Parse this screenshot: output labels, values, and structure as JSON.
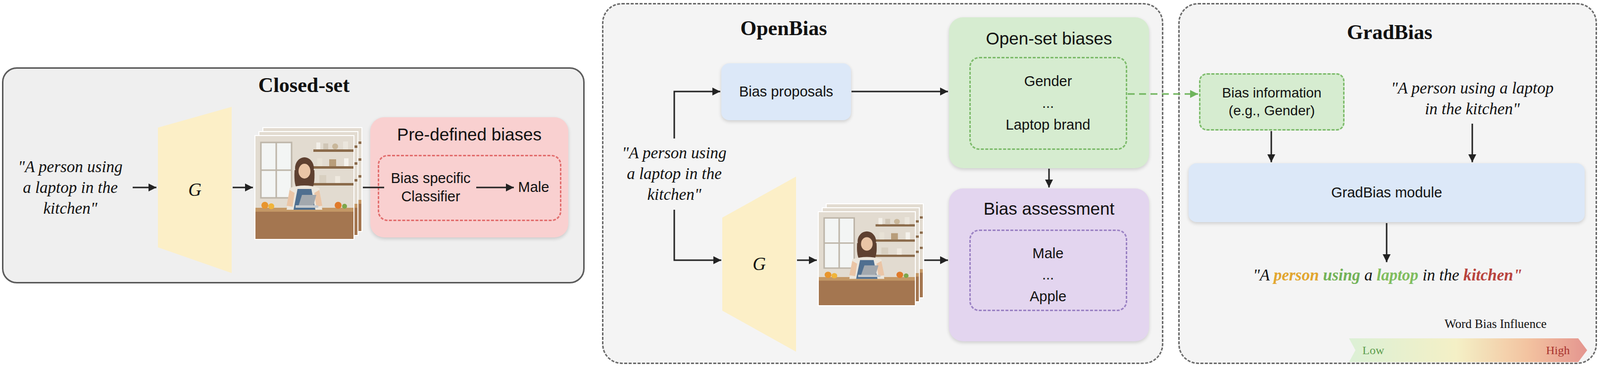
{
  "diagram": {
    "nodes": [
      {
        "text": [
          "Closed-set"
        ]
      },
      {
        "text": [
          "G"
        ],
        "in": 0
      },
      {
        "text": [
          "Pre-defined biases"
        ],
        "in": 0
      },
      {
        "text": [
          "Bias specific Classifier",
          "Male"
        ],
        "in": 2
      },
      {
        "text": [
          "OpenBias"
        ]
      },
      {
        "text": [
          "Bias proposals"
        ],
        "in": 4
      },
      {
        "text": [
          "Open-set biases"
        ],
        "in": 4
      },
      {
        "text": [
          "Gender",
          "...",
          "Laptop brand"
        ],
        "in": 6
      },
      {
        "text": [
          "G"
        ],
        "in": 4
      },
      {
        "text": [
          "Bias assessment"
        ],
        "in": 4
      },
      {
        "text": [
          "Male",
          "...",
          "Apple"
        ],
        "in": 9
      },
      {
        "text": [
          "GradBias"
        ]
      },
      {
        "text": [
          "Bias information (e.g., Gender)"
        ],
        "in": 11
      },
      {
        "text": [
          "GradBias module"
        ],
        "in": 11
      }
    ],
    "edges": [
      {
        "from": 5,
        "to": 6,
        "arrow": "to"
      },
      {
        "from": 6,
        "to": 9,
        "arrow": "to"
      },
      {
        "from": 7,
        "to": 12,
        "arrow": "to"
      },
      {
        "from": 12,
        "to": 13,
        "arrow": "to"
      }
    ],
    "labels": [
      "\"A person using a laptop in the kitchen\"",
      "\"A person using a laptop in the kitchen\"",
      "\"A person using a laptop in the kitchen\"",
      "\"A person using a laptop in the kitchen\"",
      "Word Bias Influence",
      "Low",
      "High"
    ]
  }
}
